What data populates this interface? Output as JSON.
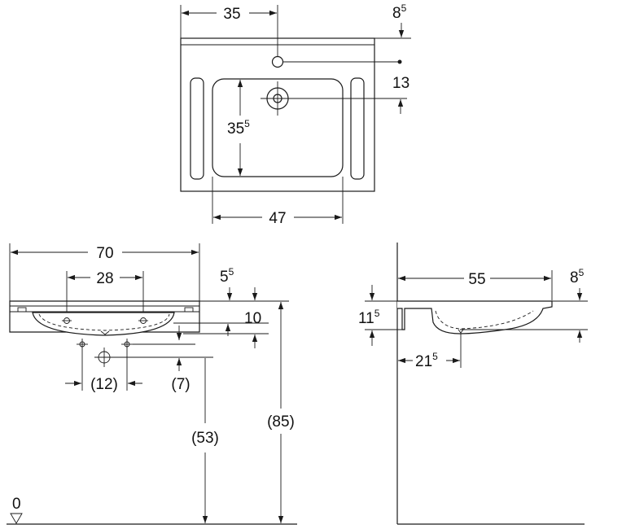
{
  "top_view": {
    "width": "35",
    "offset_top": {
      "main": "8",
      "sup": "5"
    },
    "hole_distance": "13",
    "bowl_depth": {
      "main": "35",
      "sup": "5"
    },
    "bowl_width": "47"
  },
  "front_view": {
    "overall_width": "70",
    "tap_spacing": "28",
    "rim_offset": {
      "main": "5",
      "sup": "5"
    },
    "bowl_height": "10",
    "waste_spacing": "(12)",
    "waste_offset": "(7)",
    "waste_height": "(53)",
    "rim_height": "(85)",
    "floor_level": "0"
  },
  "side_view": {
    "projection": "55",
    "rim_offset": {
      "main": "8",
      "sup": "5"
    },
    "thickness": {
      "main": "11",
      "sup": "5"
    },
    "drain_offset": {
      "main": "21",
      "sup": "5"
    }
  },
  "colors": {
    "line": "#1a1a1a",
    "background": "#ffffff"
  }
}
